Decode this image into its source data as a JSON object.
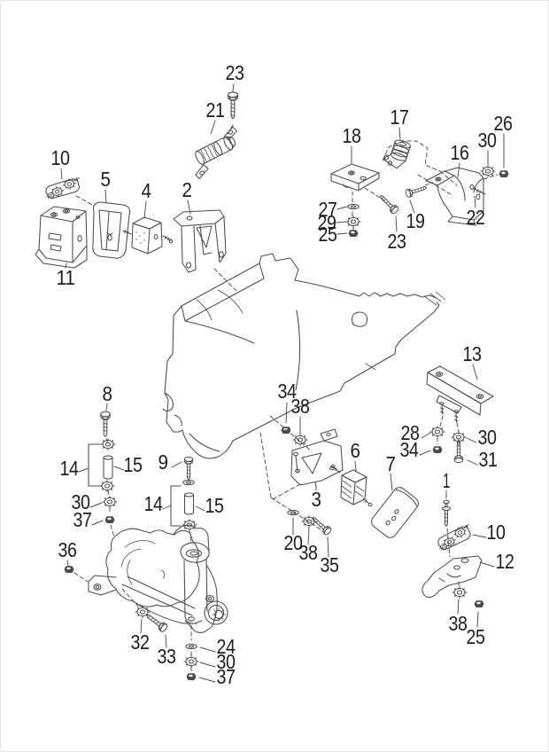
{
  "figure": {
    "colors": {
      "bg": "#ffffff",
      "line": "#4a4a4a",
      "ink": "#1c1c1c"
    }
  },
  "labels": [
    {
      "text": "23"
    },
    {
      "text": "21"
    },
    {
      "text": "17"
    },
    {
      "text": "18"
    },
    {
      "text": "26"
    },
    {
      "text": "30"
    },
    {
      "text": "16"
    },
    {
      "text": "10"
    },
    {
      "text": "5"
    },
    {
      "text": "4"
    },
    {
      "text": "2"
    },
    {
      "text": "27"
    },
    {
      "text": "29"
    },
    {
      "text": "25"
    },
    {
      "text": "19"
    },
    {
      "text": "23"
    },
    {
      "text": "22"
    },
    {
      "text": "11"
    },
    {
      "text": "13"
    },
    {
      "text": "8"
    },
    {
      "text": "34"
    },
    {
      "text": "38"
    },
    {
      "text": "28"
    },
    {
      "text": "30"
    },
    {
      "text": "34"
    },
    {
      "text": "31"
    },
    {
      "text": "9"
    },
    {
      "text": "14"
    },
    {
      "text": "15"
    },
    {
      "text": "14"
    },
    {
      "text": "15"
    },
    {
      "text": "30"
    },
    {
      "text": "37"
    },
    {
      "text": "36"
    },
    {
      "text": "3"
    },
    {
      "text": "6"
    },
    {
      "text": "7"
    },
    {
      "text": "1"
    },
    {
      "text": "10"
    },
    {
      "text": "12"
    },
    {
      "text": "20"
    },
    {
      "text": "38"
    },
    {
      "text": "35"
    },
    {
      "text": "32"
    },
    {
      "text": "33"
    },
    {
      "text": "24"
    },
    {
      "text": "30"
    },
    {
      "text": "37"
    },
    {
      "text": "38"
    },
    {
      "text": "25"
    }
  ]
}
